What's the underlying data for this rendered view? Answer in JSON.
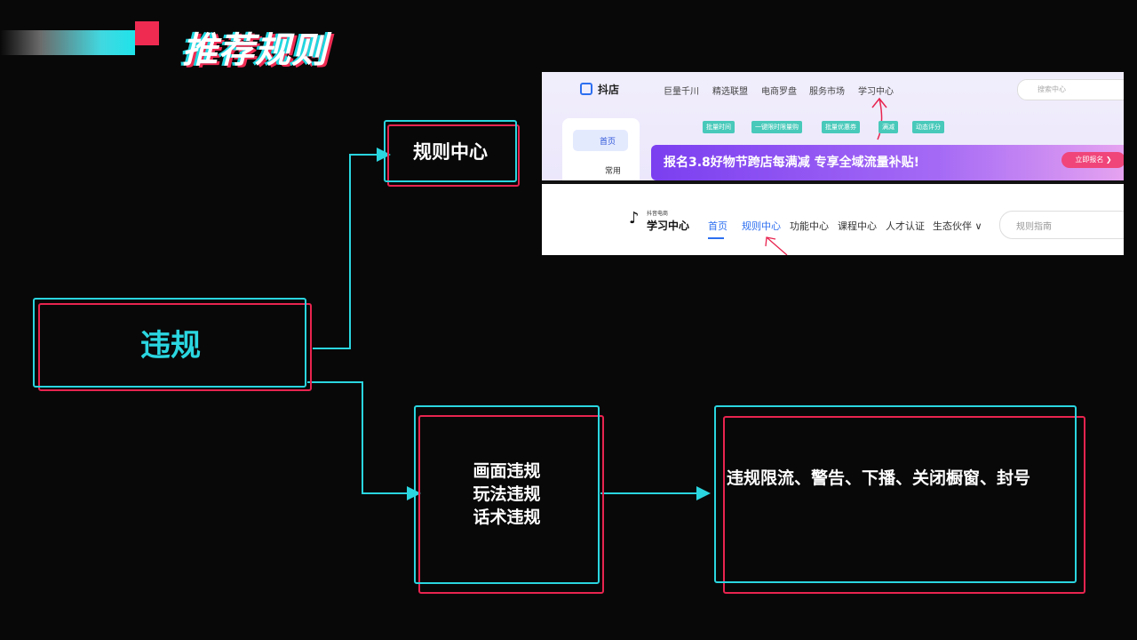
{
  "header": {
    "title": "推荐规则"
  },
  "diagram": {
    "root": "违规",
    "rule_center": "规则中心",
    "violation_types": [
      "画面违规",
      "玩法违规",
      "话术违规"
    ],
    "penalties": "违规限流、警告、下播、关闭橱窗、封号"
  },
  "screenshot_top": {
    "logo": "抖店",
    "nav": [
      "巨量千川",
      "精选联盟",
      "电商罗盘",
      "服务市场",
      "学习中心"
    ],
    "search_placeholder": "搜索中心",
    "sidebar": [
      "首页",
      "常用"
    ],
    "tags": [
      "批量时间",
      "一键限时限量购",
      "批量优惠券",
      "满减",
      "动态评分"
    ],
    "banner_text": "报名3.8好物节跨店每满减 专享全域流量补贴!",
    "banner_button": "立即报名 ❯"
  },
  "screenshot_bottom": {
    "brand_sub": "抖音电商",
    "brand": "学习中心",
    "nav": [
      "首页",
      "规则中心",
      "功能中心",
      "课程中心",
      "人才认证",
      "生态伙伴 ∨"
    ],
    "search_placeholder": "规则指南"
  },
  "colors": {
    "cyan": "#2ad6e0",
    "red": "#e8244f",
    "background": "#080808"
  }
}
